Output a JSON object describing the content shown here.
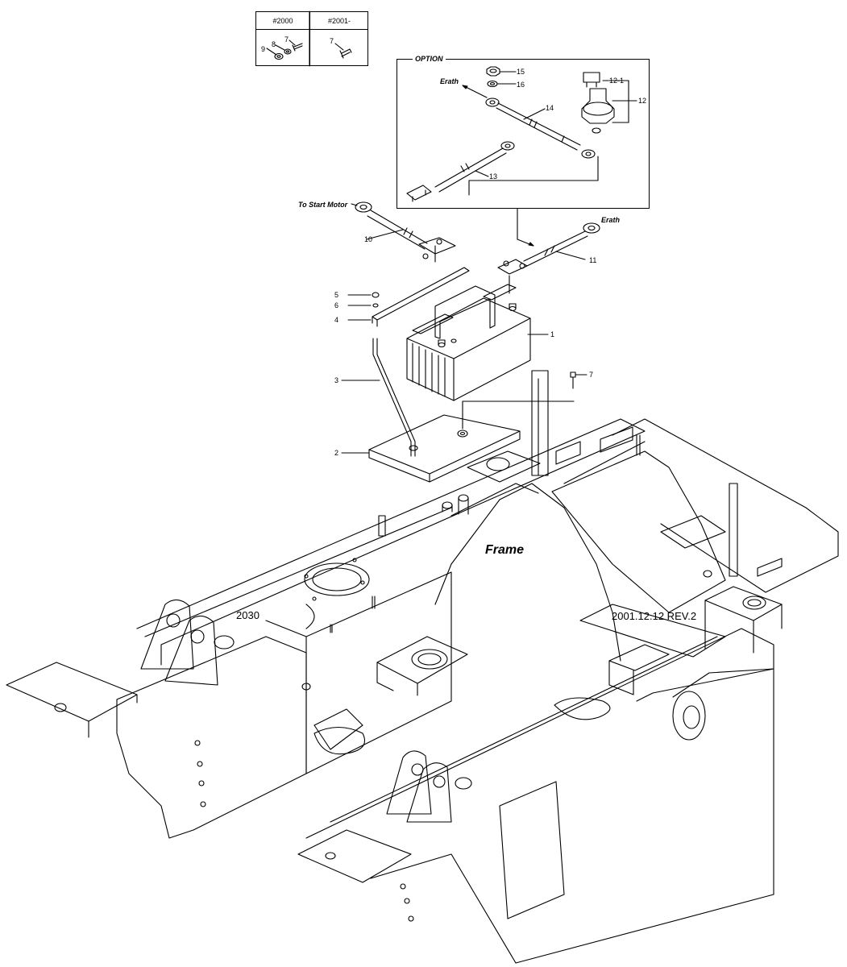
{
  "serial_table": {
    "col1_header": "#2000",
    "col2_header": "#2001-",
    "col1_callouts": [
      "7",
      "8",
      "9"
    ],
    "col2_callouts": [
      "7"
    ]
  },
  "option_box": {
    "title": "OPTION",
    "erath_label": "Erath",
    "callouts": [
      "15",
      "16",
      "14",
      "12-1",
      "12",
      "13"
    ]
  },
  "labels": {
    "to_start_motor": "To Start Motor",
    "erath": "Erath",
    "frame": "Frame",
    "model": "2030",
    "revision": "2001.12.12 REV.2"
  },
  "callouts": {
    "c1": "1",
    "c2": "2",
    "c3": "3",
    "c4": "4",
    "c5": "5",
    "c6": "6",
    "c7": "7",
    "c10": "10",
    "c11": "11"
  }
}
